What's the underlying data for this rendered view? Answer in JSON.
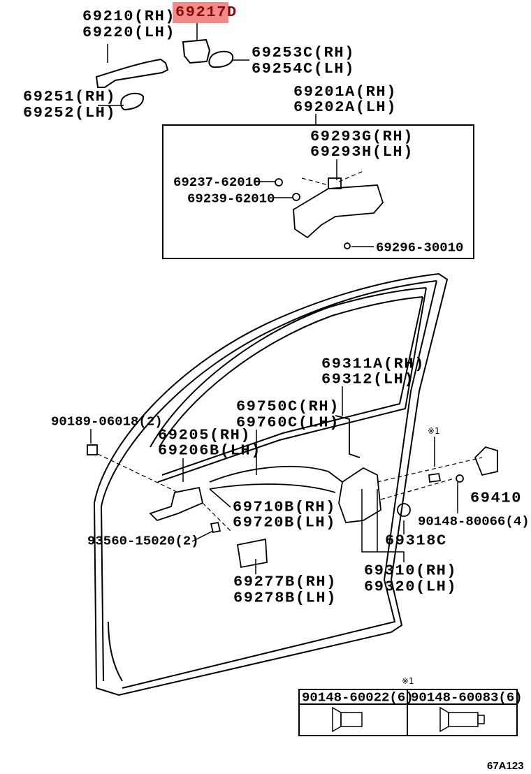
{
  "highlighted_part": {
    "label": "69217D",
    "bg_color": "#f28a8a",
    "text_color": "#8b0a0a"
  },
  "labels": {
    "p69210": "69210(RH)",
    "p69220": "69220(LH)",
    "p69253": "69253C(RH)",
    "p69254": "69254C(LH)",
    "p69251": "69251(RH)",
    "p69252": "69252(LH)",
    "p69201": "69201A(RH)",
    "p69202": "69202A(LH)",
    "p69293g": "69293G(RH)",
    "p69293h": "69293H(LH)",
    "p69237": "69237-62010",
    "p69239": "69239-62010",
    "p69296": "69296-30010",
    "p69311": "69311A(RH)",
    "p69312": "69312(LH)",
    "p69750": "69750C(RH)",
    "p69760": "69760C(LH)",
    "p90189": "90189-06018(2)",
    "p69205": "69205(RH)",
    "p69206": "69206B(LH)",
    "note1a": "※1",
    "p69410": "69410",
    "p69710": "69710B(RH)",
    "p69720": "69720B(LH)",
    "p90148_80066": "90148-80066(4)",
    "p93560": "93560-15020(2)",
    "p69318": "69318C",
    "p69277": "69277B(RH)",
    "p69278": "69278B(LH)",
    "p69310": "69310(RH)",
    "p69320": "69320(LH)"
  },
  "note_table": {
    "note": "※1",
    "columns": [
      "90148-60022(6)",
      "90148-60083(6)"
    ]
  },
  "diagram_code": "67A123"
}
